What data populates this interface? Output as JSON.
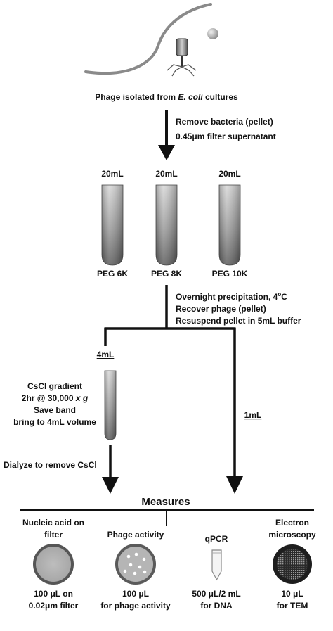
{
  "top": {
    "caption_prefix": "Phage isolated from ",
    "caption_species": "E. coli",
    "caption_suffix": " cultures"
  },
  "step1": {
    "line1": "Remove bacteria (pellet)",
    "line2_prefix": "0.45",
    "line2_unit": "μ",
    "line2_suffix": "m filter supernatant"
  },
  "tubes": [
    {
      "volume": "20mL",
      "label": "PEG 6K"
    },
    {
      "volume": "20mL",
      "label": "PEG 8K"
    },
    {
      "volume": "20mL",
      "label": "PEG 10K"
    }
  ],
  "step2": {
    "line1_prefix": "Overnight precipitation, 4",
    "line1_sup": "o",
    "line1_suffix": "C",
    "line2": "Recover phage (pellet)",
    "line3": "Resuspend pellet in 5mL buffer"
  },
  "left_branch": {
    "volume": "4mL",
    "cscl_line1": "CsCl gradient",
    "cscl_line2_prefix": "2hr @ 30,000 ",
    "cscl_line2_italic": "x g",
    "cscl_line3": "Save band",
    "cscl_line4": "bring to 4mL volume",
    "dialyze": "Dialyze to remove CsCl"
  },
  "right_branch": {
    "volume": "1mL"
  },
  "measures": {
    "title": "Measures",
    "items": [
      {
        "title_line1": "Nucleic acid on",
        "title_line2": "filter",
        "amount_line1": "100 μL on",
        "amount_line2": "0.02μm filter",
        "icon": "filter-disc-icon"
      },
      {
        "title_line1": "Phage activity",
        "title_line2": "",
        "amount_line1": "100 μL",
        "amount_line2": "for phage activity",
        "icon": "plaque-plate-icon"
      },
      {
        "title_line1": "qPCR",
        "title_line2": "",
        "amount_line1": "500 μL/2 mL",
        "amount_line2": "for DNA",
        "icon": "pcr-tube-icon"
      },
      {
        "title_line1": "Electron",
        "title_line2": "microscopy",
        "amount_line1": "10 μL",
        "amount_line2": "for TEM",
        "icon": "tem-grid-icon"
      }
    ]
  },
  "colors": {
    "tube_light": "#cfcfcf",
    "tube_dark": "#6f6f6f",
    "line": "#111111"
  }
}
